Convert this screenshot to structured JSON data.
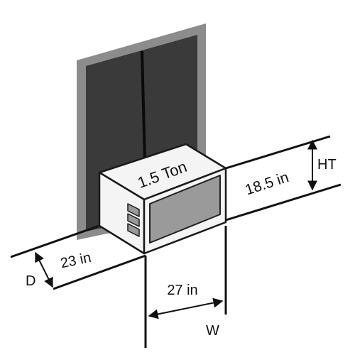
{
  "labels": {
    "capacity": "1.5 Ton",
    "height_value": "18.5 in",
    "height_axis": "HT",
    "depth_value": "23 in",
    "depth_axis": "D",
    "width_value": "27 in",
    "width_axis": "W"
  },
  "colors": {
    "frame": "#8c8c8c",
    "window_pane": "#3a3a3a",
    "unit_body": "#f4f4f4",
    "unit_outline": "#1a1a1a",
    "unit_panel": "#9a9a9a",
    "dimension_line": "#111111"
  }
}
